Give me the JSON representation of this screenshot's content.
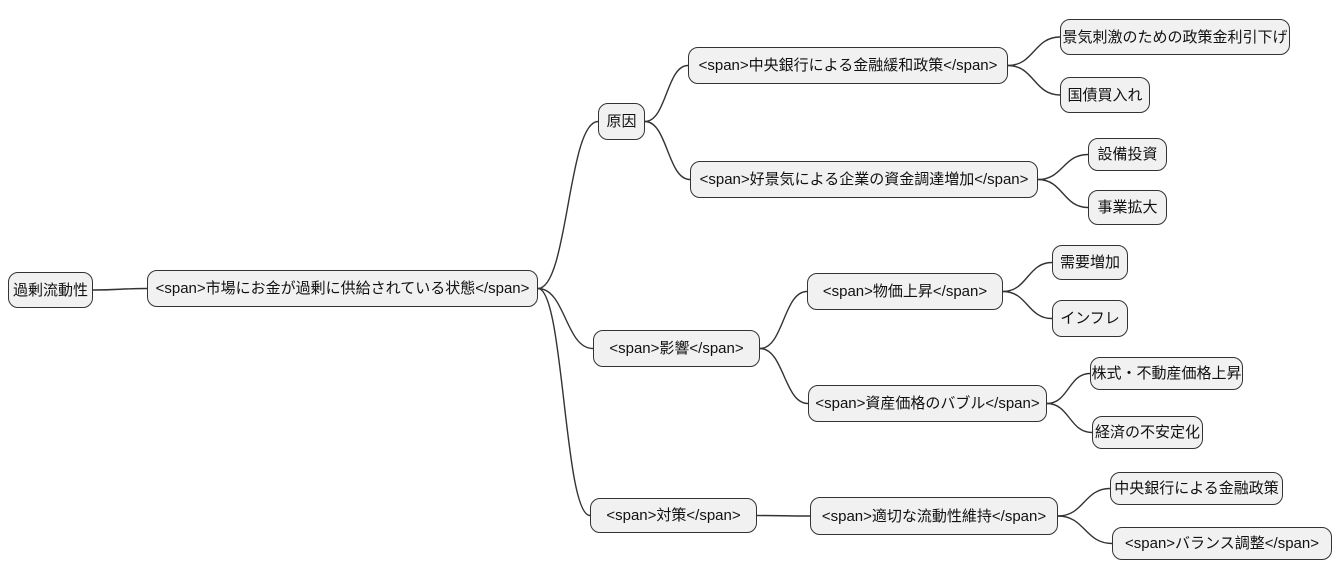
{
  "page": {
    "background": "#ffffff"
  },
  "style_tokens": {
    "node_fill": "#f1f1f1",
    "node_border": "#333333",
    "edge_color": "#333333",
    "text_color": "#111111"
  },
  "diagram": {
    "type": "mindmap",
    "orientation": "left-to-right",
    "root_label": "過剰流動性",
    "nodes": [
      {
        "id": "root",
        "label": "過剰流動性",
        "parent": null
      },
      {
        "id": "definition",
        "label": "<span>市場にお金が過剰に供給されている状態</span>",
        "parent": "root"
      },
      {
        "id": "cause",
        "label": "原因",
        "parent": "definition"
      },
      {
        "id": "cause1",
        "label": "<span>中央銀行による金融緩和政策</span>",
        "parent": "cause"
      },
      {
        "id": "cause1a",
        "label": "景気刺激のための政策金利引下げ",
        "parent": "cause1"
      },
      {
        "id": "cause1b",
        "label": "国債買入れ",
        "parent": "cause1"
      },
      {
        "id": "cause2",
        "label": "<span>好景気による企業の資金調達増加</span>",
        "parent": "cause"
      },
      {
        "id": "cause2a",
        "label": "設備投資",
        "parent": "cause2"
      },
      {
        "id": "cause2b",
        "label": "事業拡大",
        "parent": "cause2"
      },
      {
        "id": "effect",
        "label": "<span>影響</span>",
        "parent": "definition"
      },
      {
        "id": "effect1",
        "label": "<span>物価上昇</span>",
        "parent": "effect"
      },
      {
        "id": "effect1a",
        "label": "需要増加",
        "parent": "effect1"
      },
      {
        "id": "effect1b",
        "label": "インフレ",
        "parent": "effect1"
      },
      {
        "id": "effect2",
        "label": "<span>資産価格のバブル</span>",
        "parent": "effect"
      },
      {
        "id": "effect2a",
        "label": "株式・不動産価格上昇",
        "parent": "effect2"
      },
      {
        "id": "effect2b",
        "label": "経済の不安定化",
        "parent": "effect2"
      },
      {
        "id": "counter",
        "label": "<span>対策</span>",
        "parent": "definition"
      },
      {
        "id": "counter1",
        "label": "<span>適切な流動性維持</span>",
        "parent": "counter"
      },
      {
        "id": "counter1a",
        "label": "中央銀行による金融政策",
        "parent": "counter1"
      },
      {
        "id": "counter1b",
        "label": "<span>バランス調整</span>",
        "parent": "counter1"
      }
    ]
  }
}
